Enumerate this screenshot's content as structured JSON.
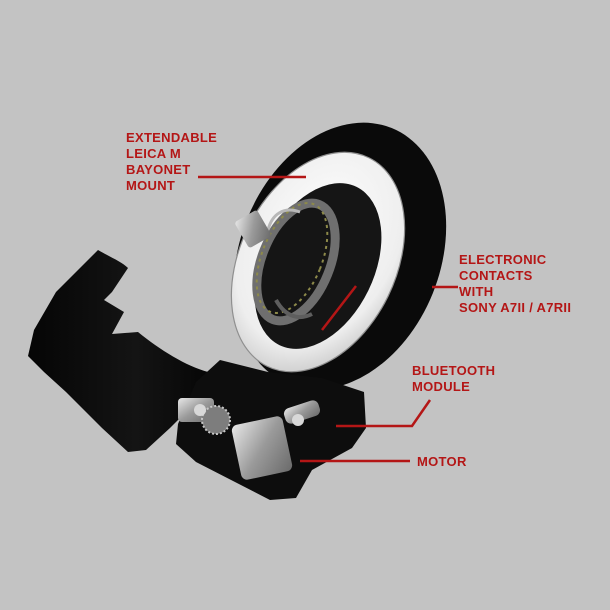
{
  "colors": {
    "background": "#c3c3c3",
    "label": "#b41616",
    "body": "#0b0b0b",
    "ring": "#f2f2f2"
  },
  "callouts": {
    "bayonet": {
      "lines": [
        "EXTENDABLE",
        "LEICA M",
        "BAYONET",
        "MOUNT"
      ]
    },
    "contacts": {
      "lines": [
        "ELECTRONIC",
        "CONTACTS",
        "WITH",
        "SONY A7II / A7RII"
      ]
    },
    "bluetooth": {
      "lines": [
        "BLUETOOTH",
        "MODULE"
      ]
    },
    "motor": {
      "lines": [
        "MOTOR"
      ]
    }
  }
}
